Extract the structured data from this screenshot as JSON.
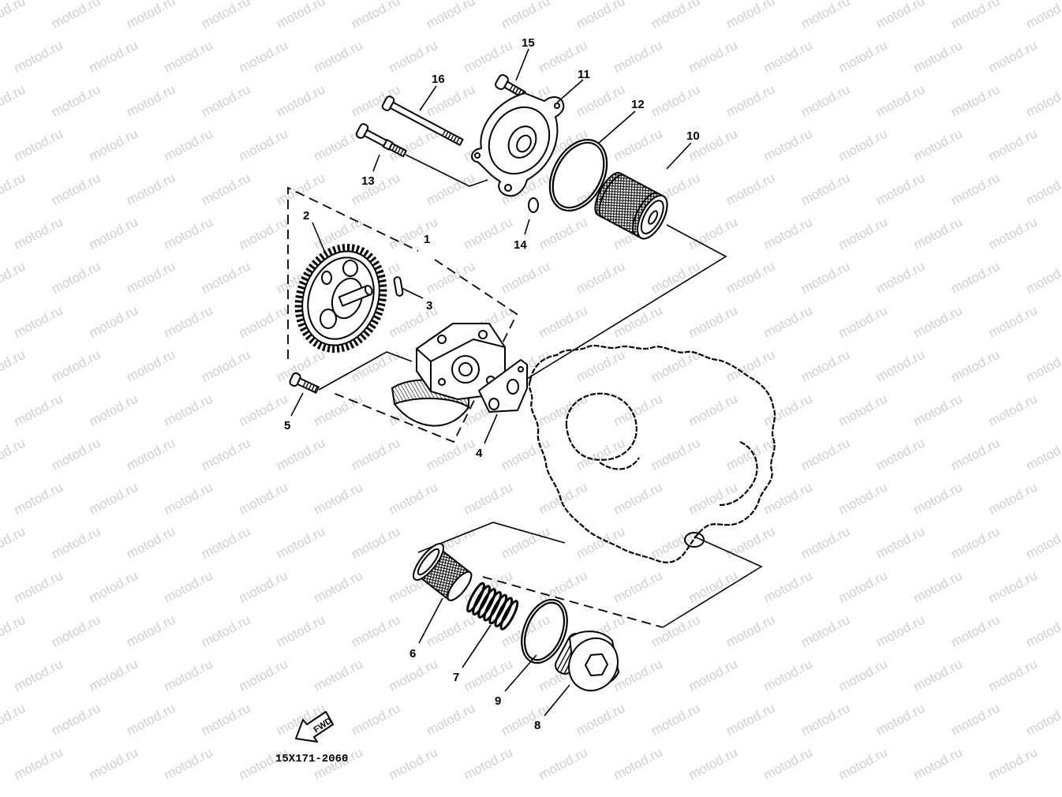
{
  "watermark": "motod.ru",
  "callouts": {
    "p1": "1",
    "p2": "2",
    "p3": "3",
    "p4": "4",
    "p5": "5",
    "p6": "6",
    "p7": "7",
    "p8": "8",
    "p9": "9",
    "p10": "10",
    "p11": "11",
    "p12": "12",
    "p13": "13",
    "p14": "14",
    "p15": "15",
    "p16": "16"
  },
  "fwd_label": "FWD",
  "diagram_code": "15X171-2060",
  "colors": {
    "line": "#000000",
    "background": "#ffffff",
    "watermark": "#cfcfcf"
  }
}
